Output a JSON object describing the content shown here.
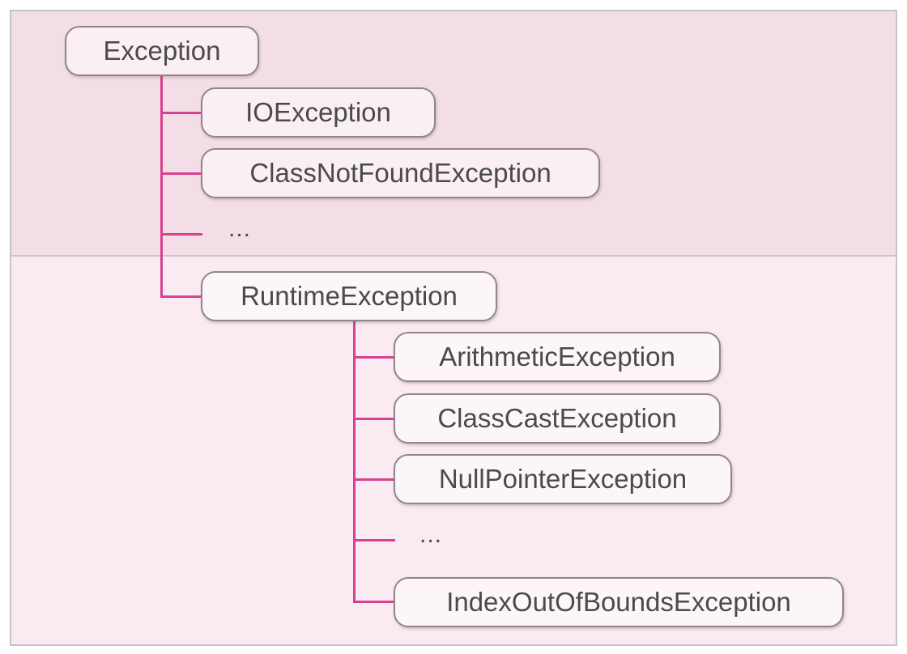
{
  "diagram": {
    "root": {
      "label": "Exception"
    },
    "checked_children": [
      {
        "label": "IOException"
      },
      {
        "label": "ClassNotFoundException"
      }
    ],
    "checked_more": "...",
    "runtime": {
      "label": "RuntimeException"
    },
    "runtime_children": [
      {
        "label": "ArithmeticException"
      },
      {
        "label": "ClassCastException"
      },
      {
        "label": "NullPointerException"
      }
    ],
    "runtime_more": "...",
    "runtime_last": {
      "label": "IndexOutOfBoundsException"
    }
  },
  "colors": {
    "connector": "#d8418f",
    "top_zone": "#f3dde7",
    "bottom_zone": "#f9ebf1",
    "node_border": "#8f868b"
  }
}
